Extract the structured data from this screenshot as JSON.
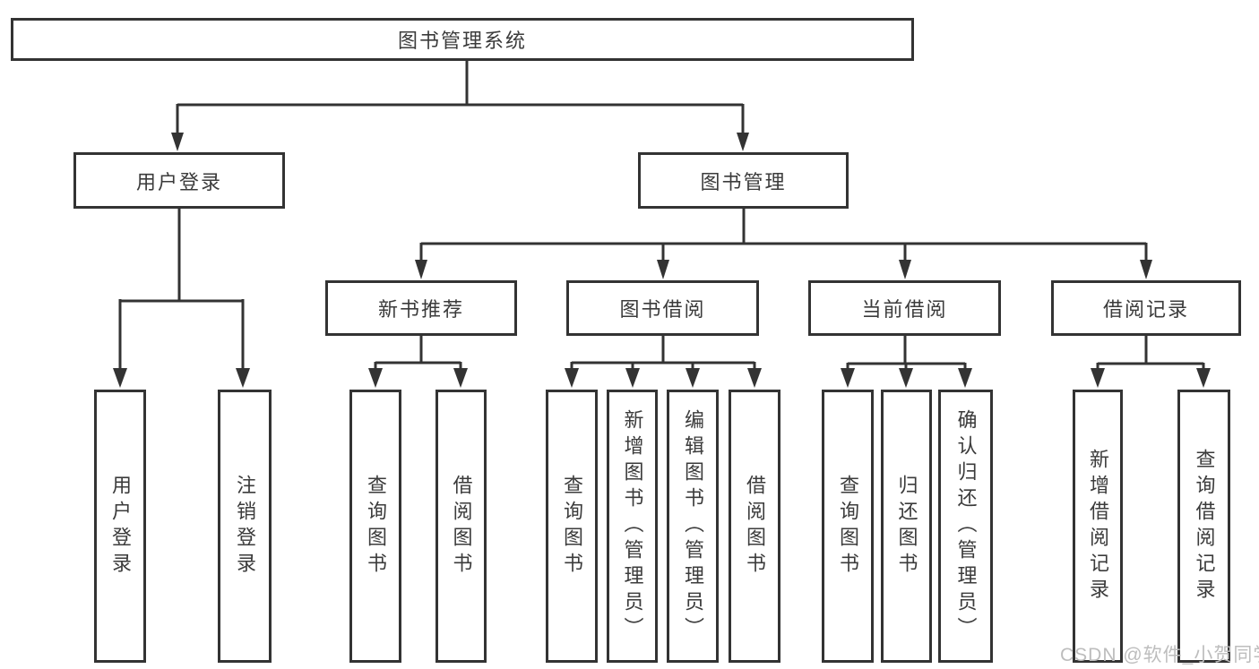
{
  "diagram": {
    "root": {
      "label": "图书管理系统"
    },
    "branches": [
      {
        "label": "用户登录",
        "children": [
          {
            "label": "用户登录"
          },
          {
            "label": "注销登录"
          }
        ]
      },
      {
        "label": "图书管理",
        "children": [
          {
            "label": "新书推荐",
            "children": [
              {
                "label": "查询图书"
              },
              {
                "label": "借阅图书"
              }
            ]
          },
          {
            "label": "图书借阅",
            "children": [
              {
                "label": "查询图书"
              },
              {
                "label": "新增图书（管理员）"
              },
              {
                "label": "编辑图书（管理员）"
              },
              {
                "label": "借阅图书"
              }
            ]
          },
          {
            "label": "当前借阅",
            "children": [
              {
                "label": "查询图书"
              },
              {
                "label": "归还图书"
              },
              {
                "label": "确认归还（管理员）"
              }
            ]
          },
          {
            "label": "借阅记录",
            "children": [
              {
                "label": "新增借阅记录"
              },
              {
                "label": "查询借阅记录"
              }
            ]
          }
        ]
      }
    ],
    "watermark": "CSDN @软件_小贺同学",
    "colors": {
      "line": "#333333",
      "text": "#3b3b3b",
      "watermark": "#bdbdbd",
      "background": "#ffffff"
    }
  }
}
